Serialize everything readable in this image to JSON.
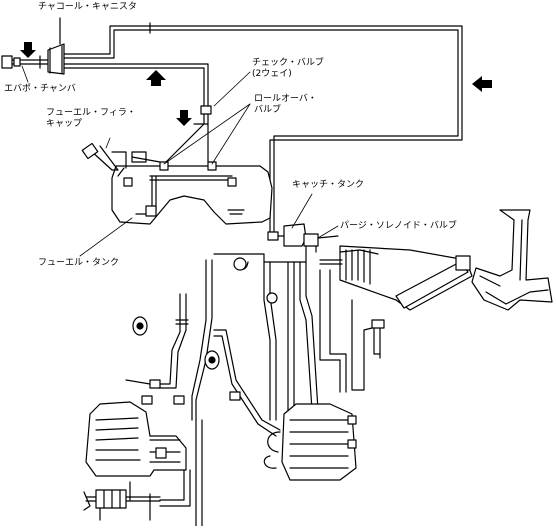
{
  "labels": {
    "charcoal_canister": "チャコール・キャニスタ",
    "evap_chamber": "エバポ・チャンバ",
    "check_valve_line1": "チェック・バルブ",
    "check_valve_line2": "(2ウェイ)",
    "rollover_valve_line1": "ロールオーバ・",
    "rollover_valve_line2": "バルブ",
    "fuel_filler_cap_line1": "フューエル・フィラ・",
    "fuel_filler_cap_line2": "キャップ",
    "catch_tank": "キャッチ・タンク",
    "purge_solenoid_valve": "パージ・ソレノイド・バルブ",
    "fuel_tank": "フューエル・タンク"
  },
  "colors": {
    "line": "#000000",
    "background": "#ffffff"
  }
}
